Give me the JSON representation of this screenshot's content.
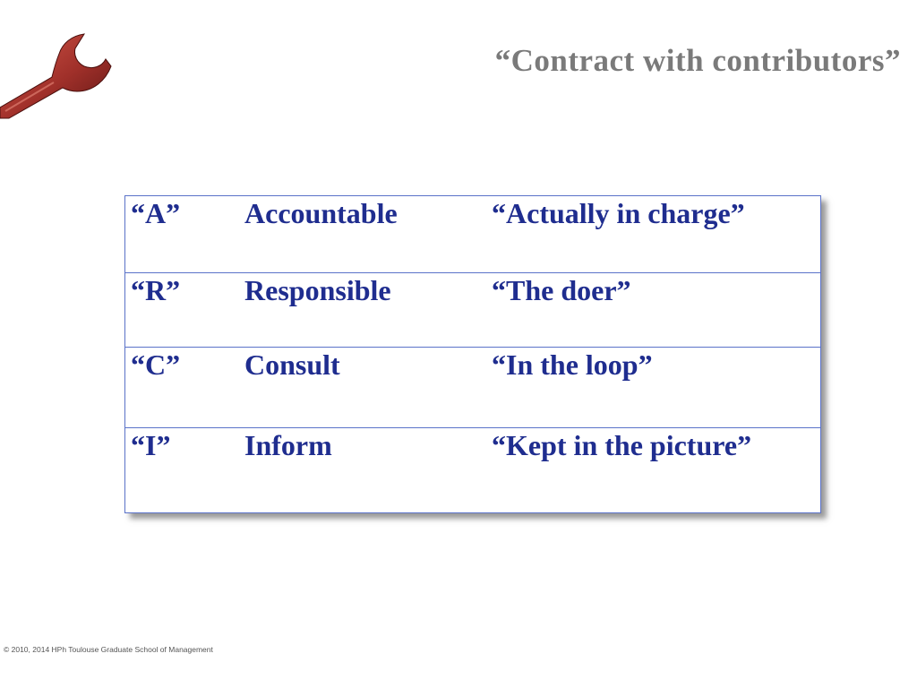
{
  "slide": {
    "title": "“Contract with contributors”"
  },
  "decoration": {
    "icon": "wrench-icon",
    "icon_color": "#a0302a"
  },
  "table": {
    "border_color": "#5b73c9",
    "text_color": "#1f2d8f",
    "rows": [
      {
        "letter": "“A”",
        "role": "Accountable",
        "description": "“Actually in charge”"
      },
      {
        "letter": "“R”",
        "role": "Responsible",
        "description": "“The doer”"
      },
      {
        "letter": "“C”",
        "role": "Consult",
        "description": "“In the loop”"
      },
      {
        "letter": "“I”",
        "role": "Inform",
        "description": "“Kept in the picture”"
      }
    ]
  },
  "footer": {
    "copyright": "© 2010, 2014 HPh Toulouse Graduate School of Management"
  }
}
